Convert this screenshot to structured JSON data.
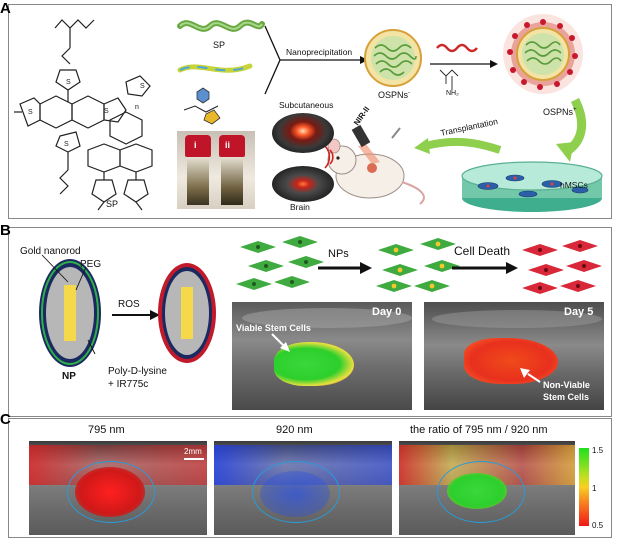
{
  "panelA": {
    "label": "A",
    "sp_label_top": "SP",
    "sp_label_struct": "SP",
    "nanoprecipitation": "Nanoprecipitation",
    "ospns_minus": "OSPNs",
    "ospns_minus_sup": "-",
    "ospns_plus": "OSPNs",
    "ospns_plus_sup": "+",
    "subcutaneous": "Subcutaneous",
    "brain": "Brain",
    "nir": "NIR-II",
    "transplantation": "Transplantation",
    "hmscs": "hMSCs",
    "vial_i": "i",
    "vial_ii": "ii",
    "subscript_n": "n",
    "nh2": "NH₂"
  },
  "panelB": {
    "label": "B",
    "gold_nanorod": "Gold nanorod",
    "peg": "PEG",
    "ros": "ROS",
    "np": "NP",
    "poly": "Poly-D-lysine",
    "ir": "+ IR775c",
    "nps": "NPs",
    "cell_death": "Cell Death",
    "day0": "Day 0",
    "day5": "Day 5",
    "viable": "Viable Stem Cells",
    "nonviable1": "Non-Viable",
    "nonviable2": "Stem Cells"
  },
  "panelC": {
    "label": "C",
    "t795": "795 nm",
    "t920": "920 nm",
    "tratio": "the ratio of 795 nm / 920 nm",
    "scale": "2mm",
    "cb_top": "1.5",
    "cb_mid": "1",
    "cb_bot": "0.5"
  },
  "colors": {
    "green_particle": "#7fae3a",
    "red_shell": "#d8283a",
    "nanorod_gold": "#f5d94a",
    "nanorod_shell": "#1d2c5e",
    "us_gray": "#7a7a7a"
  }
}
